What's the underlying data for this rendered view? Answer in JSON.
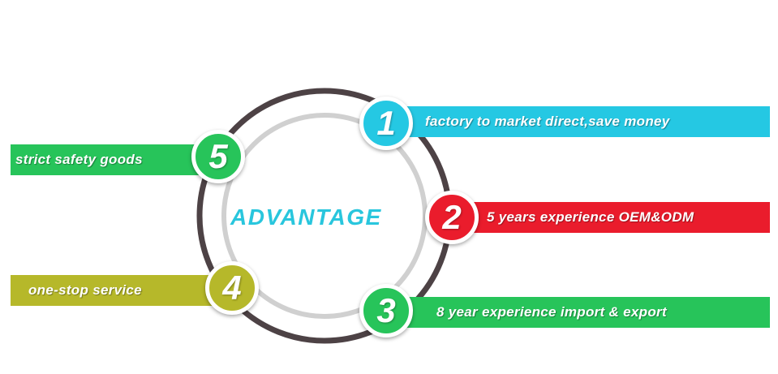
{
  "title": "ADVANTAGE",
  "colors": {
    "cyan": "#25c8e3",
    "red": "#ea1c2c",
    "green": "#27c45a",
    "olive": "#b6b82a",
    "outer_ring": "#4d4245",
    "inner_ring": "#d0d0d0"
  },
  "items": [
    {
      "number": "1",
      "text": "factory to market direct,save money"
    },
    {
      "number": "2",
      "text": "5 years experience OEM&ODM"
    },
    {
      "number": "3",
      "text": "8 year  experience import & export"
    },
    {
      "number": "4",
      "text": "one-stop service"
    },
    {
      "number": "5",
      "text": "strict safety goods"
    }
  ]
}
